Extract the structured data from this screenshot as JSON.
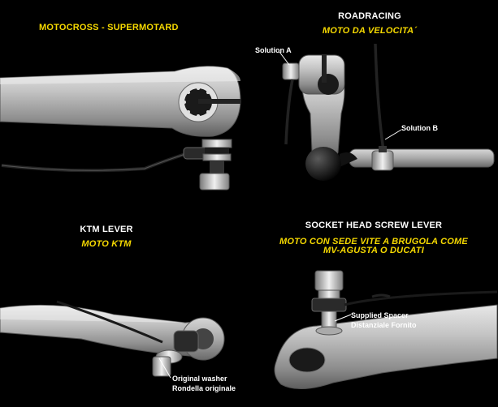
{
  "panels": {
    "motocross": {
      "title": "MOTOCROSS - SUPERMOTARD"
    },
    "roadracing": {
      "title": "ROADRACING",
      "subtitle": "MOTO DA VELOCITA´",
      "solution_a": "Solution A",
      "solution_b": "Solution B"
    },
    "ktm": {
      "title": "KTM LEVER",
      "subtitle": "MOTO KTM",
      "note_line1": "Original washer",
      "note_line2": "Rondella originale"
    },
    "socket": {
      "title": "SOCKET HEAD SCREW LEVER",
      "subtitle_line1": "MOTO CON SEDE VITE A BRUGOLA COME",
      "subtitle_line2": "MV-AGUSTA O DUCATI",
      "note_line1": "Supplied Spacer",
      "note_line2": "Distanziale Fornito"
    }
  },
  "colors": {
    "accent": "#f5d800",
    "text": "#ffffff",
    "background": "#000000",
    "metal": "#b8b8b8"
  }
}
